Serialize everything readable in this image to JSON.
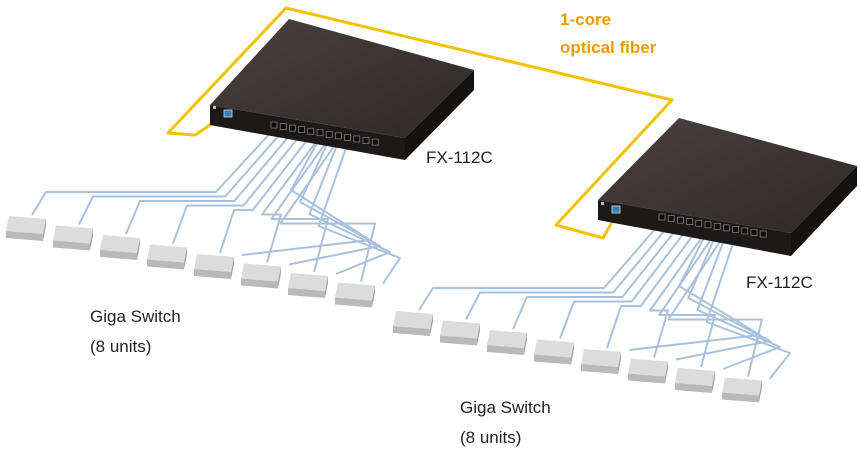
{
  "fiber_label": {
    "line1": "1-core",
    "line2": "optical fiber"
  },
  "devices": [
    {
      "id": "left",
      "label": "FX-112C"
    },
    {
      "id": "right",
      "label": "FX-112C"
    }
  ],
  "switch_groups": [
    {
      "id": "left",
      "label_line1": "Giga Switch",
      "label_line2": "(8 units)",
      "count": 8
    },
    {
      "id": "right",
      "label_line1": "Giga Switch",
      "label_line2": "(8 units)",
      "count": 8
    }
  ],
  "colors": {
    "fiber": "#f2c200",
    "fiber_text": "#ee9a00",
    "copper_cable": "#a9c1dc",
    "device_top": "#3a3330",
    "device_front": "#1d1918",
    "switch_top": "#dcdcdc",
    "switch_side": "#b9b9b9"
  }
}
